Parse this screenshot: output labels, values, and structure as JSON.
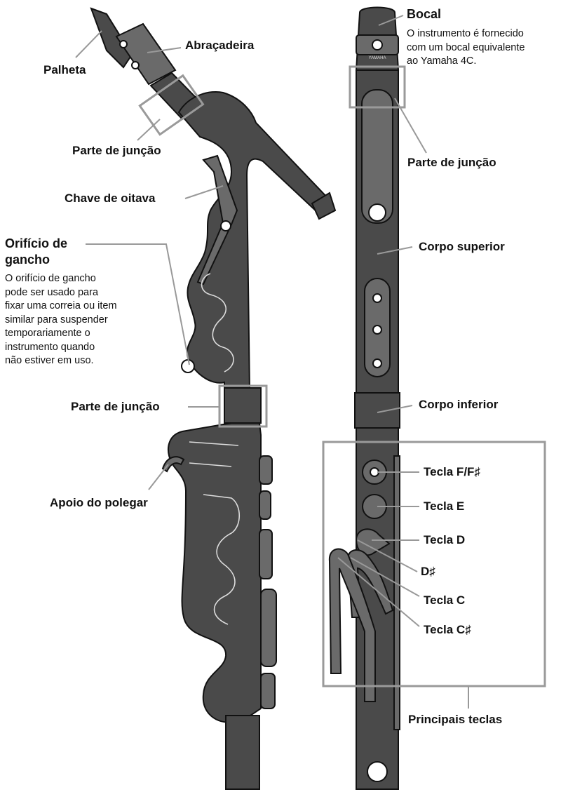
{
  "left_instrument": {
    "labels": {
      "reed": "Palheta",
      "ligature": "Abraçadeira",
      "joint_top": "Parte de junção",
      "octave_key": "Chave de oitava",
      "hook_hole_title_line1": "Orifício de",
      "hook_hole_title_line2": "gancho",
      "hook_hole_desc": [
        "O orifício de gancho",
        "pode ser usado para",
        "fixar uma correia ou item",
        "similar para suspender",
        "temporariamente o",
        "instrumento quando",
        "não estiver em uso."
      ],
      "joint_middle": "Parte de junção",
      "thumb_rest": "Apoio do polegar"
    }
  },
  "right_instrument": {
    "labels": {
      "mouthpiece_title": "Bocal",
      "mouthpiece_desc": [
        "O instrumento é fornecido",
        "com um bocal equivalente",
        "ao Yamaha 4C."
      ],
      "mouthpiece_brand": "YAMAHA",
      "joint": "Parte de junção",
      "upper_body": "Corpo superior",
      "lower_body": "Corpo inferior",
      "key_ff": "Tecla F/F♯",
      "key_e": "Tecla E",
      "key_d": "Tecla D",
      "key_ds": "D♯",
      "key_c": "Tecla C",
      "key_cs": "Tecla C♯",
      "main_keys": "Principais teclas"
    }
  },
  "colors": {
    "body": "#4a4a4a",
    "outline": "#111111",
    "leader": "#999999",
    "box": "#9a9a9a"
  }
}
